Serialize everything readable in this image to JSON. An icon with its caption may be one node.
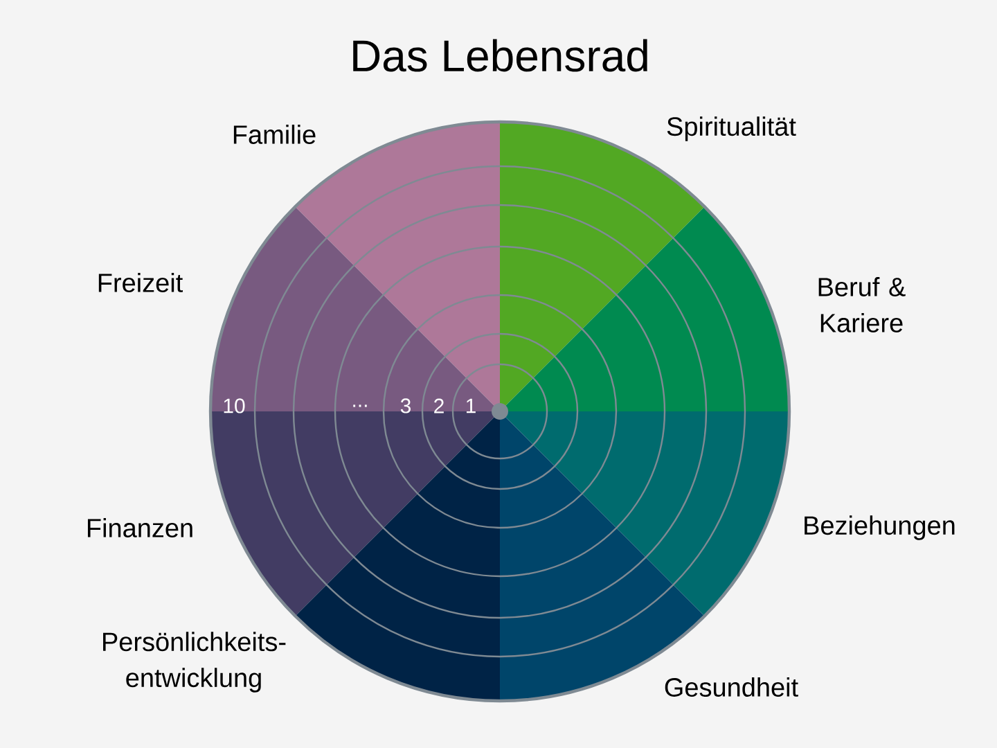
{
  "diagram": {
    "title": "Das Lebensrad",
    "nodes": [
      {
        "text": [
          "Familie"
        ]
      },
      {
        "text": [
          "Spiritualität"
        ]
      },
      {
        "text": [
          "Freizeit"
        ]
      },
      {
        "text": [
          "Beruf & Kariere"
        ]
      },
      {
        "text": [
          "Finanzen"
        ]
      },
      {
        "text": [
          "Beziehungen"
        ]
      },
      {
        "text": [
          "Persönlichkeits- entwicklung"
        ]
      },
      {
        "text": [
          "Gesundheit"
        ]
      }
    ],
    "labels": [
      "10",
      "...",
      "3",
      "2",
      "1"
    ]
  }
}
